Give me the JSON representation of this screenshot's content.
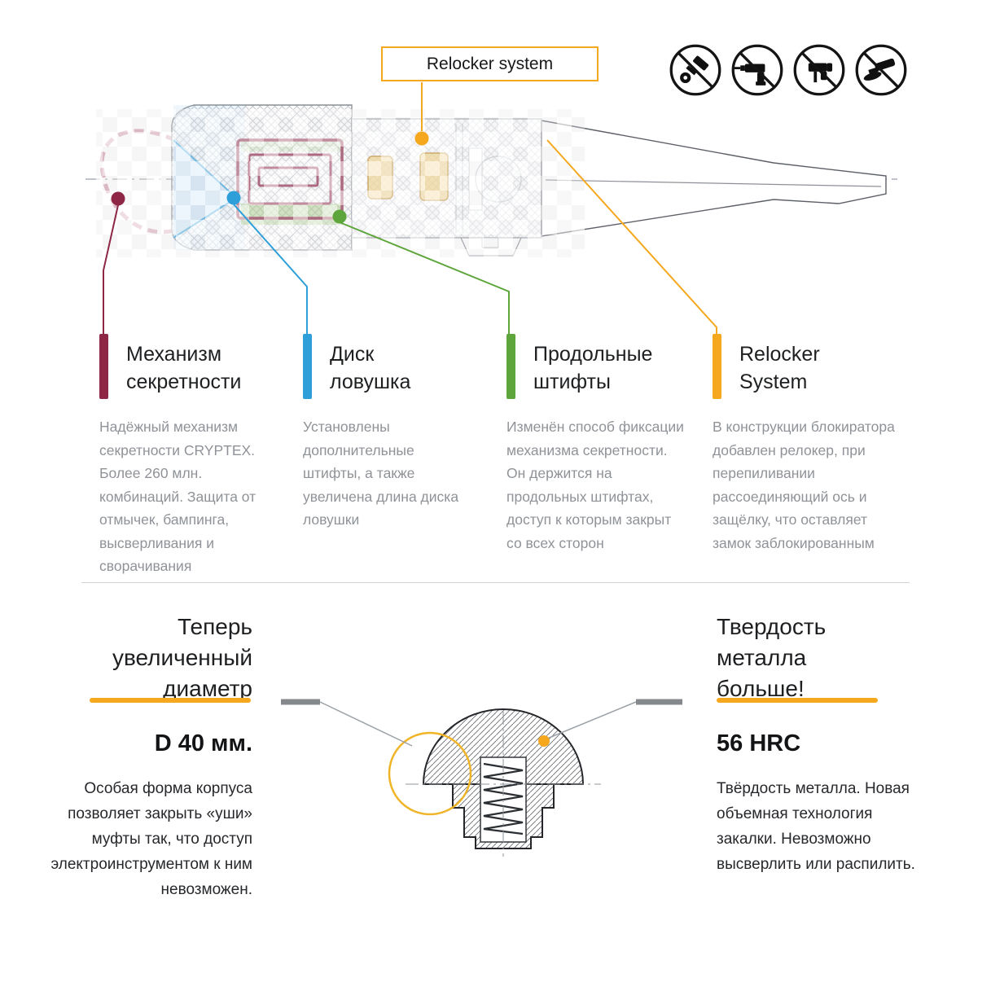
{
  "diagram": {
    "relocker_box_label": "Relocker system",
    "prohibition_icons": [
      "no-drill-bit-icon",
      "no-drill-icon",
      "no-hammer-drill-icon",
      "no-grinder-icon"
    ]
  },
  "callouts": [
    {
      "title": "Механизм\nсекретности",
      "color": "#8e2746",
      "body": "Надёжный механизм секретности CRYPTEX. Более 260 млн. комбинаций. Защита от отмычек, бампинга, высверливания и сворачивания"
    },
    {
      "title": "Диск\nловушка",
      "color": "#2e9fd8",
      "body": "Установлены дополнительные штифты, а также увеличена длина диска ловушки"
    },
    {
      "title": "Продольные\nштифты",
      "color": "#5ea53c",
      "body": "Изменён способ фиксации механизма секретности. Он держится на продольных штифтах, доступ к которым закрыт со всех сторон"
    },
    {
      "title": "Relocker\nSystem",
      "color": "#f5a81e",
      "body": "В конструкции блокиратора добавлен релокер, при перепиливании рассоединяющий ось и защёлку, что оставляет замок заблокированным"
    }
  ],
  "bottom_left": {
    "heading": "Теперь\nувеличенный\nдиаметр",
    "value": "D 40 мм.",
    "body": "Особая форма корпуса позволяет закрыть «уши» муфты так, что доступ электроинструментом к ним невозможен."
  },
  "bottom_right": {
    "heading": "Твердость\nметалла\nбольше!",
    "value": "56 HRC",
    "body": "Твёрдость металла. Новая объемная технология закалки. Невозможно высверлить или распилить."
  },
  "colors": {
    "accent": "#f5a81e",
    "maroon": "#8e2746",
    "blue": "#2e9fd8",
    "green": "#5ea53c"
  }
}
